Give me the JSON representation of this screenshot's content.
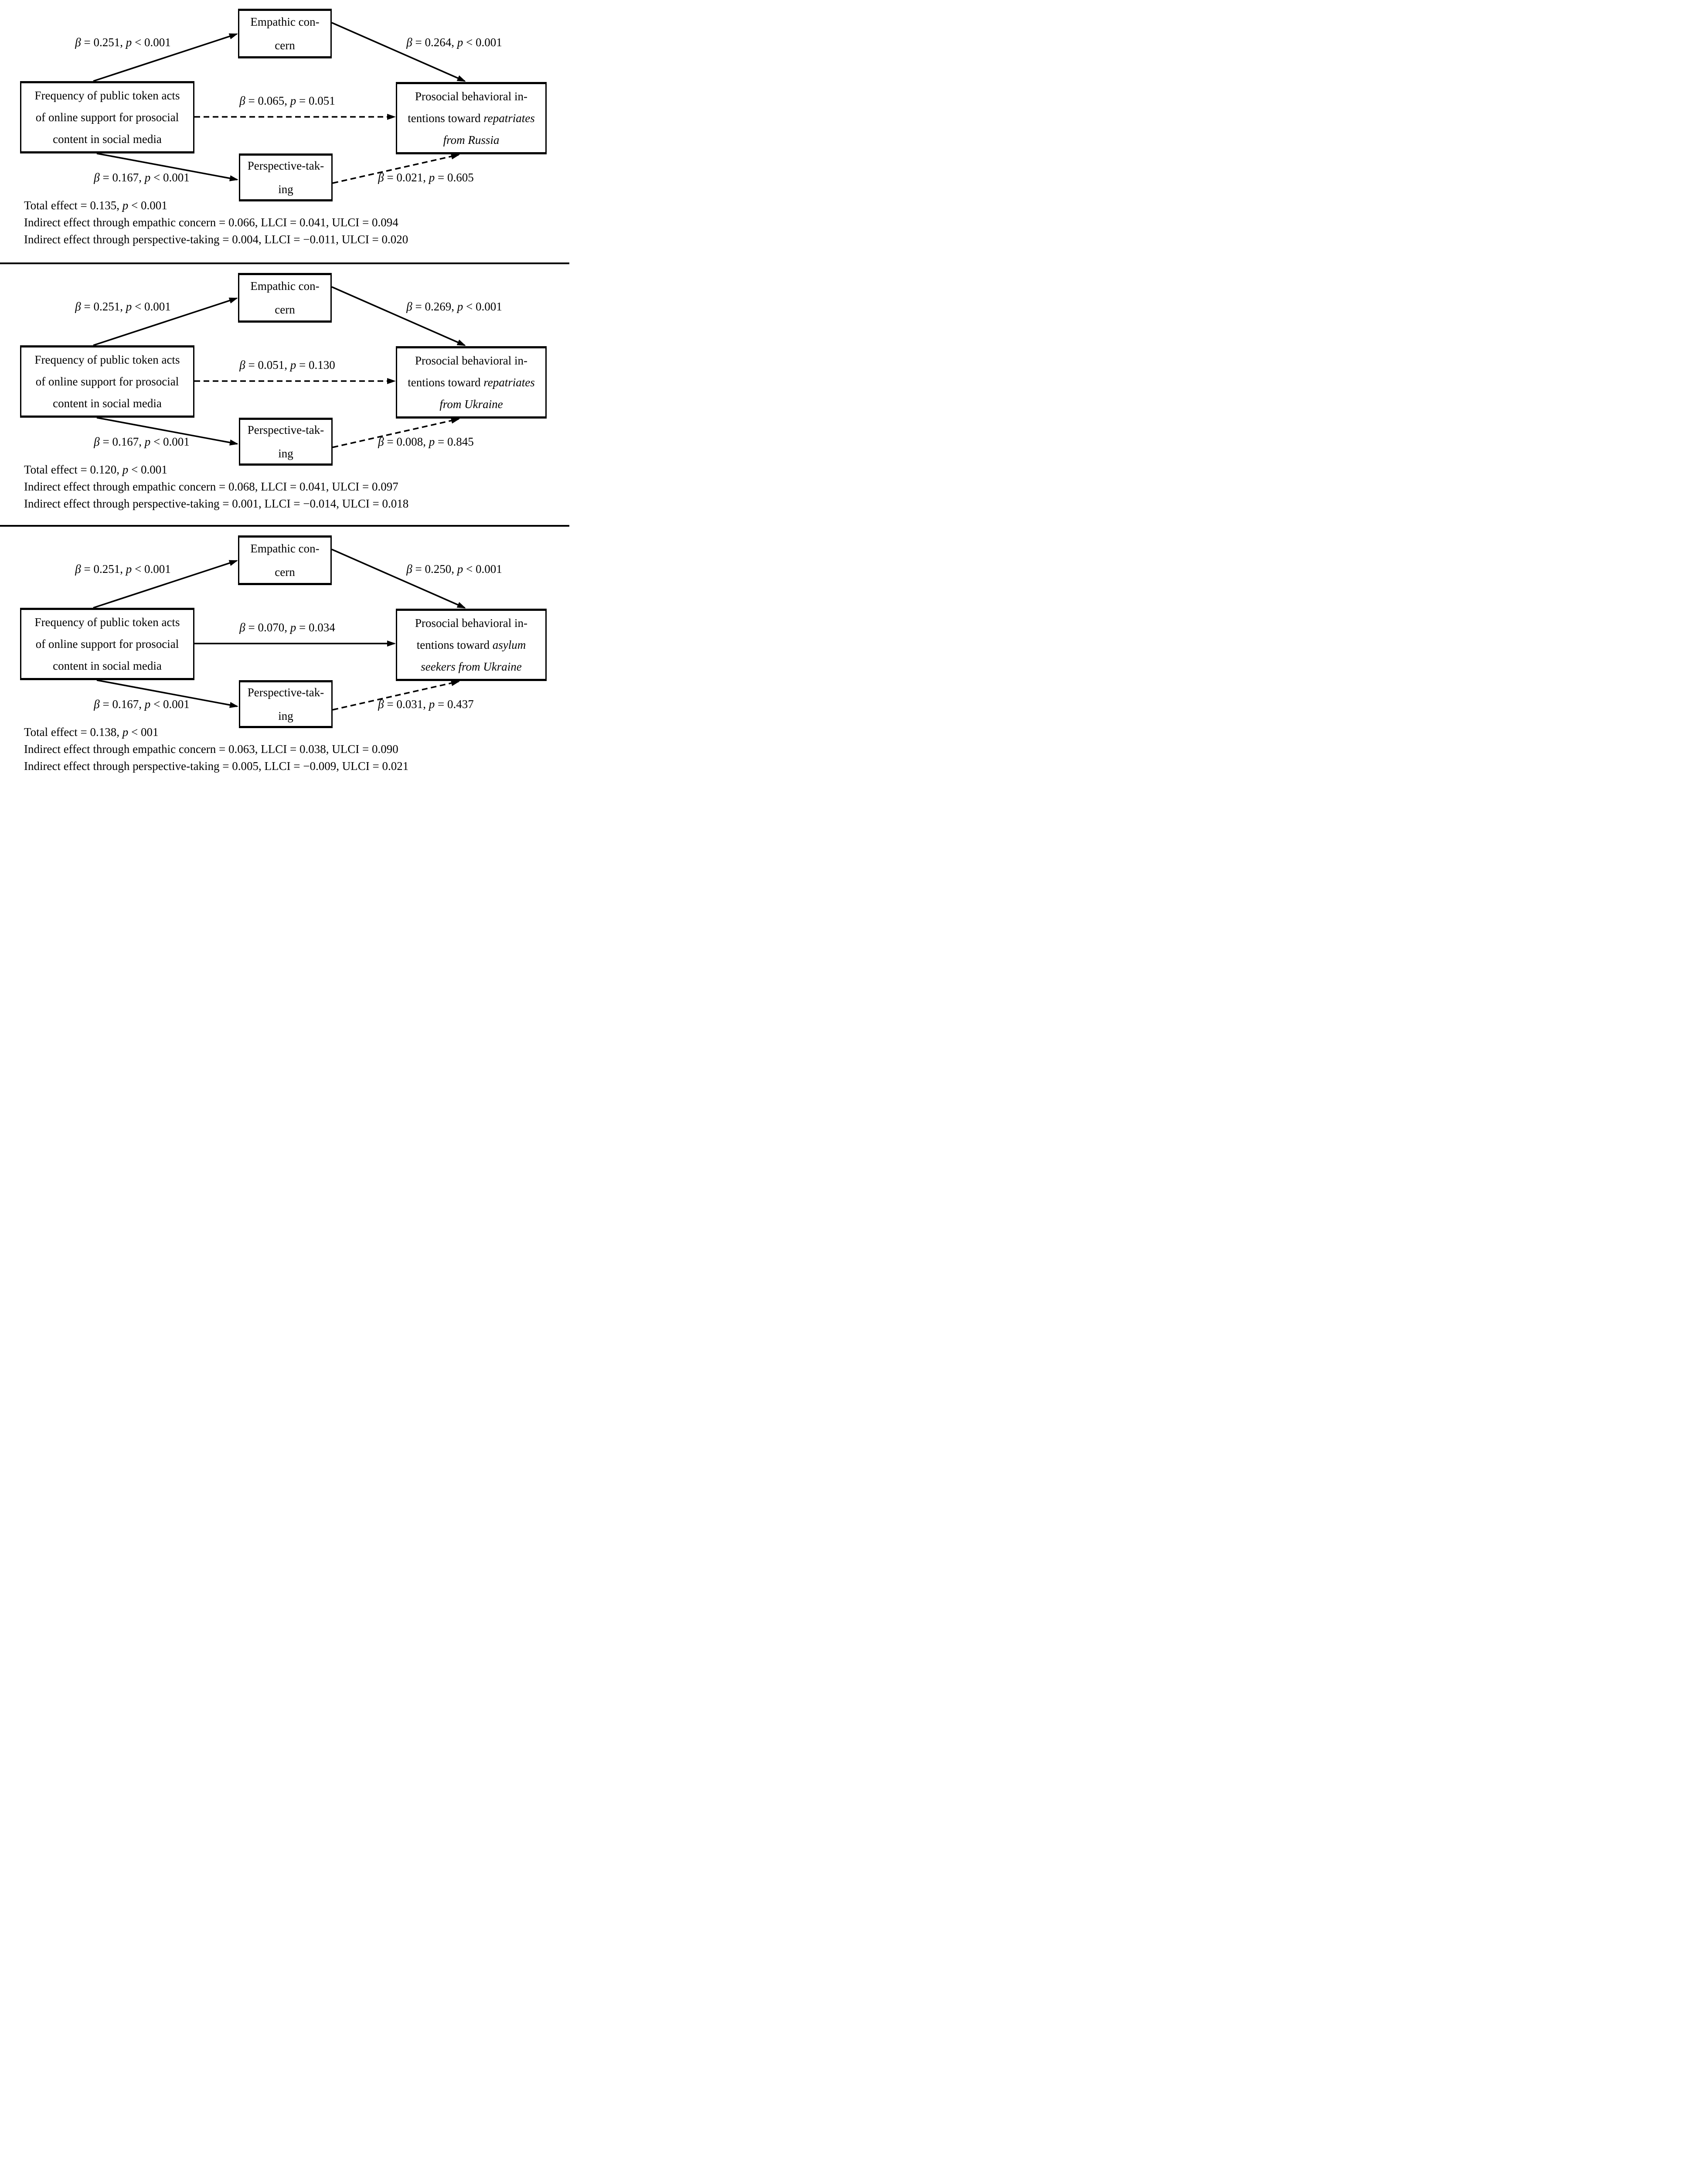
{
  "colors": {
    "ink": "#000000",
    "paper": "#ffffff"
  },
  "panels": [
    {
      "predictor": {
        "lines": [
          "Frequency of public token acts",
          "of online support for prosocial",
          "content in social media"
        ]
      },
      "mediator_top": {
        "lines": [
          "Empathic con-",
          "cern"
        ]
      },
      "mediator_bottom": {
        "lines": [
          "Perspective-tak-",
          "ing"
        ]
      },
      "outcome": {
        "line1": "Prosocial behavioral in-",
        "line2_runs": [
          {
            "t": "tentions toward "
          },
          {
            "t": "repatriates",
            "i": true
          }
        ],
        "line3_runs": [
          {
            "t": "from Russia",
            "i": true
          }
        ]
      },
      "paths": {
        "a1_runs": [
          {
            "t": "β",
            "i": true
          },
          {
            "t": " = 0.251, "
          },
          {
            "t": "p",
            "i": true
          },
          {
            "t": " < 0.001"
          }
        ],
        "b1_runs": [
          {
            "t": "β",
            "i": true
          },
          {
            "t": " = 0.264, "
          },
          {
            "t": "p",
            "i": true
          },
          {
            "t": " < 0.001"
          }
        ],
        "direct_runs": [
          {
            "t": "β",
            "i": true
          },
          {
            "t": " = 0.065, "
          },
          {
            "t": "p",
            "i": true
          },
          {
            "t": " = 0.051"
          }
        ],
        "direct_style": "dashed",
        "a2_runs": [
          {
            "t": "β",
            "i": true
          },
          {
            "t": " = 0.167, "
          },
          {
            "t": "p",
            "i": true
          },
          {
            "t": " < 0.001"
          }
        ],
        "b2_runs": [
          {
            "t": "β",
            "i": true
          },
          {
            "t": " = 0.021, "
          },
          {
            "t": "p",
            "i": true
          },
          {
            "t": " = 0.605"
          }
        ],
        "b2_style": "dashed"
      },
      "effects": {
        "total_runs": [
          {
            "t": "Total effect = 0.135, "
          },
          {
            "t": "p",
            "i": true
          },
          {
            "t": " < 0.001"
          }
        ],
        "indirect_ec": "Indirect effect through empathic concern = 0.066, LLCI = 0.041, ULCI = 0.094",
        "indirect_pt": "Indirect effect through perspective-taking = 0.004, LLCI = −0.011, ULCI = 0.020"
      }
    },
    {
      "predictor": {
        "lines": [
          "Frequency of public token acts",
          "of online support for prosocial",
          "content in social media"
        ]
      },
      "mediator_top": {
        "lines": [
          "Empathic con-",
          "cern"
        ]
      },
      "mediator_bottom": {
        "lines": [
          "Perspective-tak-",
          "ing"
        ]
      },
      "outcome": {
        "line1": "Prosocial behavioral in-",
        "line2_runs": [
          {
            "t": "tentions toward "
          },
          {
            "t": "repatriates",
            "i": true
          }
        ],
        "line3_runs": [
          {
            "t": "from Ukraine",
            "i": true
          }
        ]
      },
      "paths": {
        "a1_runs": [
          {
            "t": "β",
            "i": true
          },
          {
            "t": " = 0.251, "
          },
          {
            "t": "p",
            "i": true
          },
          {
            "t": " < 0.001"
          }
        ],
        "b1_runs": [
          {
            "t": "β",
            "i": true
          },
          {
            "t": " = 0.269, "
          },
          {
            "t": "p",
            "i": true
          },
          {
            "t": " < 0.001"
          }
        ],
        "direct_runs": [
          {
            "t": "β",
            "i": true
          },
          {
            "t": " = 0.051, "
          },
          {
            "t": "p",
            "i": true
          },
          {
            "t": " = 0.130"
          }
        ],
        "direct_style": "dashed",
        "a2_runs": [
          {
            "t": "β",
            "i": true
          },
          {
            "t": " = 0.167, "
          },
          {
            "t": "p",
            "i": true
          },
          {
            "t": " < 0.001"
          }
        ],
        "b2_runs": [
          {
            "t": "β",
            "i": true
          },
          {
            "t": " = 0.008, "
          },
          {
            "t": "p",
            "i": true
          },
          {
            "t": " = 0.845"
          }
        ],
        "b2_style": "dashed"
      },
      "effects": {
        "total_runs": [
          {
            "t": "Total effect = 0.120, "
          },
          {
            "t": "p",
            "i": true
          },
          {
            "t": " < 0.001"
          }
        ],
        "indirect_ec": "Indirect effect through empathic concern = 0.068, LLCI = 0.041, ULCI = 0.097",
        "indirect_pt": "Indirect effect through perspective-taking = 0.001, LLCI = −0.014, ULCI = 0.018"
      }
    },
    {
      "predictor": {
        "lines": [
          "Frequency of public token acts",
          "of online support for prosocial",
          "content in social media"
        ]
      },
      "mediator_top": {
        "lines": [
          "Empathic con-",
          "cern"
        ]
      },
      "mediator_bottom": {
        "lines": [
          "Perspective-tak-",
          "ing"
        ]
      },
      "outcome": {
        "line1": "Prosocial behavioral in-",
        "line2_runs": [
          {
            "t": "tentions toward "
          },
          {
            "t": "asylum",
            "i": true
          }
        ],
        "line3_runs": [
          {
            "t": "seekers from Ukraine",
            "i": true
          }
        ]
      },
      "paths": {
        "a1_runs": [
          {
            "t": "β",
            "i": true
          },
          {
            "t": " = 0.251, "
          },
          {
            "t": "p",
            "i": true
          },
          {
            "t": " < 0.001"
          }
        ],
        "b1_runs": [
          {
            "t": "β",
            "i": true
          },
          {
            "t": " = 0.250, "
          },
          {
            "t": "p",
            "i": true
          },
          {
            "t": " < 0.001"
          }
        ],
        "direct_runs": [
          {
            "t": "β",
            "i": true
          },
          {
            "t": " = 0.070, "
          },
          {
            "t": "p",
            "i": true
          },
          {
            "t": " = 0.034"
          }
        ],
        "direct_style": "solid",
        "a2_runs": [
          {
            "t": "β",
            "i": true
          },
          {
            "t": " = 0.167, "
          },
          {
            "t": "p",
            "i": true
          },
          {
            "t": " < 0.001"
          }
        ],
        "b2_runs": [
          {
            "t": "β",
            "i": true
          },
          {
            "t": " = 0.031, "
          },
          {
            "t": "p",
            "i": true
          },
          {
            "t": " = 0.437"
          }
        ],
        "b2_style": "dashed"
      },
      "effects": {
        "total_runs": [
          {
            "t": "Total effect = 0.138, "
          },
          {
            "t": "p",
            "i": true
          },
          {
            "t": " < 001"
          }
        ],
        "indirect_ec": "Indirect effect through empathic concern = 0.063, LLCI = 0.038, ULCI = 0.090",
        "indirect_pt": "Indirect effect through perspective-taking = 0.005, LLCI = −0.009, ULCI = 0.021"
      }
    }
  ]
}
